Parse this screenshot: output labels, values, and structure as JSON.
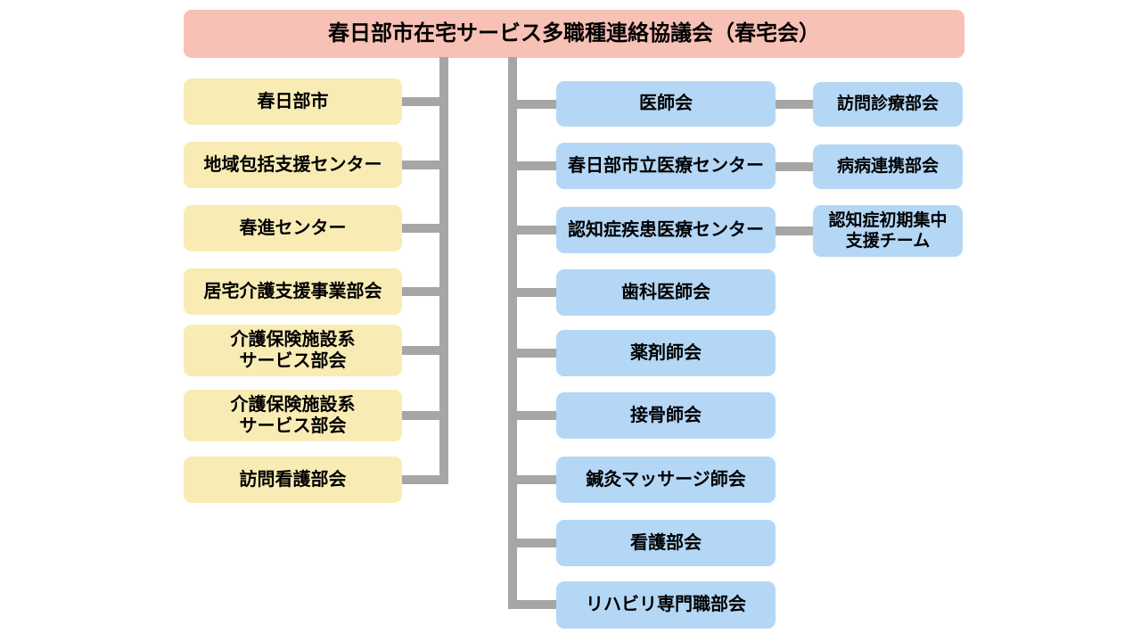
{
  "title": "春日部市在宅サービス多職種連絡協議会（春宅会）",
  "colors": {
    "header_bg": "#F8C1B5",
    "left_bg": "#F8ECB4",
    "right_bg": "#B4D7F6",
    "connector": "#A6A6A6",
    "text": "#000000"
  },
  "left_column": {
    "items": [
      {
        "label": "春日部市"
      },
      {
        "label": "地域包括支援センター"
      },
      {
        "label": "春進センター"
      },
      {
        "label": "居宅介護支援事業部会"
      },
      {
        "label": "介護保険施設系\nサービス部会"
      },
      {
        "label": "介護保険施設系\nサービス部会"
      },
      {
        "label": "訪問看護部会"
      }
    ]
  },
  "right_column": {
    "items": [
      {
        "label": "医師会"
      },
      {
        "label": "春日部市立医療センター"
      },
      {
        "label": "認知症疾患医療センター"
      },
      {
        "label": "歯科医師会"
      },
      {
        "label": "薬剤師会"
      },
      {
        "label": "接骨師会"
      },
      {
        "label": "鍼灸マッサージ師会"
      },
      {
        "label": "看護部会"
      },
      {
        "label": "リハビリ専門職部会"
      }
    ]
  },
  "sub_column": {
    "items": [
      {
        "label": "訪問診療部会"
      },
      {
        "label": "病病連携部会"
      },
      {
        "label": "認知症初期集中\n支援チーム"
      }
    ]
  }
}
